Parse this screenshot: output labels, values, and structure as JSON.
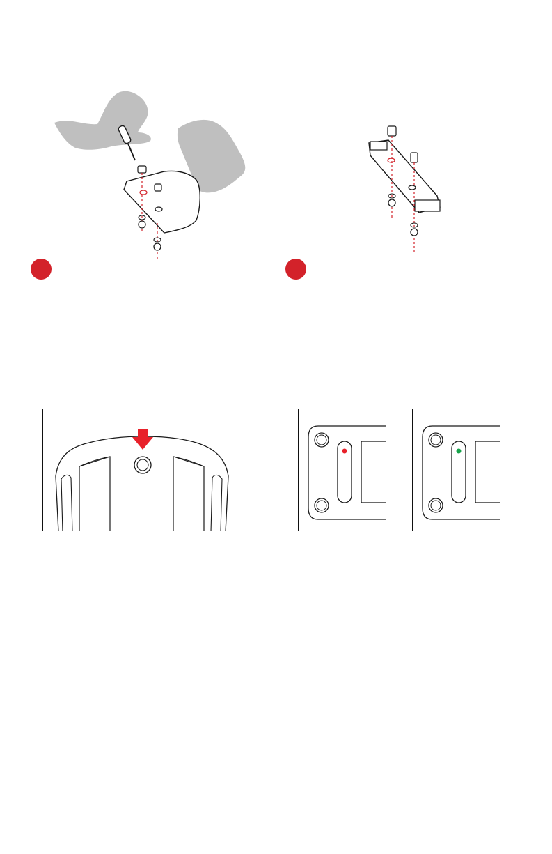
{
  "colors": {
    "accent": "#d3222a",
    "hand": "#bfbfbf",
    "line": "#1a1a1a",
    "indicator_bad": "#e8212a",
    "indicator_good": "#16a34a"
  },
  "steps": [
    {
      "number": "",
      "icon": "screwdriver-plate-illustration"
    },
    {
      "number": "",
      "icon": "bracket-screws-illustration"
    }
  ],
  "panels": [
    {
      "icon": "seat-base-arrow",
      "arrow_color": "#e8212a"
    },
    {
      "icon": "slot-indicator-red",
      "indicator": "#e8212a"
    },
    {
      "icon": "slot-indicator-green",
      "indicator": "#16a34a"
    }
  ]
}
